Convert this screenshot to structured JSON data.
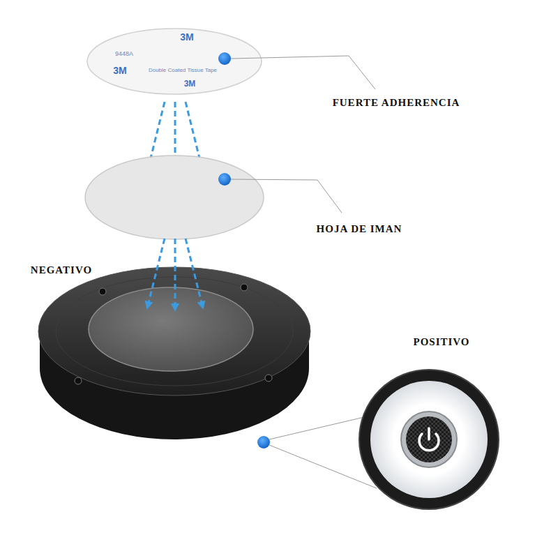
{
  "diagram": {
    "labels": [
      "3M",
      "9448A",
      "3M",
      "Double Coated Tissue Tape",
      "3M",
      "FUERTE ADHERENCIA",
      "HOJA DE IMAN",
      "NEGATIVO",
      "POSITIVO"
    ]
  }
}
